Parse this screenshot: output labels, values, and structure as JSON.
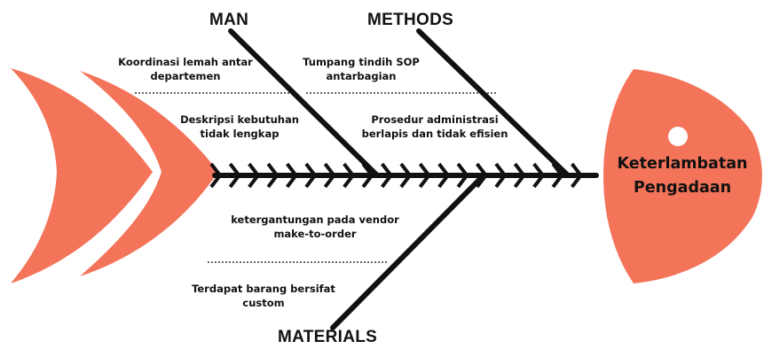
{
  "diagram": {
    "type": "fishbone",
    "accent_color": "#f4745a",
    "line_color": "#111111",
    "categories": {
      "man": "MAN",
      "methods": "METHODS",
      "materials": "MATERIALS"
    },
    "causes": {
      "man_1": [
        "Koordinasi lemah antar",
        "departemen"
      ],
      "man_2": [
        "Deskripsi kebutuhan",
        "tidak lengkap"
      ],
      "methods_1": [
        "Tumpang tindih SOP",
        "antarbagian"
      ],
      "methods_2": [
        "Prosedur administrasi",
        "berlapis dan tidak efisien"
      ],
      "materials_1": [
        "ketergantungan pada vendor",
        "make-to-order"
      ],
      "materials_2": [
        "Terdapat barang bersifat",
        "custom"
      ]
    },
    "effect": [
      "Keterlambatan",
      "Pengadaan"
    ]
  }
}
